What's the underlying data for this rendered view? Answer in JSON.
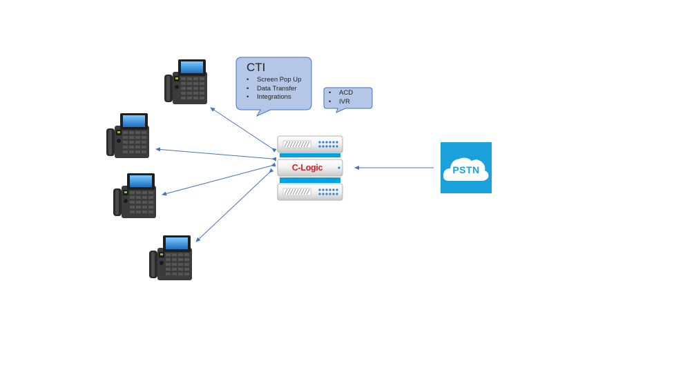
{
  "diagram": {
    "cti_callout": {
      "title": "CTI",
      "items": [
        "Screen Pop Up",
        "Data Transfer",
        "Integrations"
      ]
    },
    "acd_callout": {
      "items": [
        "ACD",
        "IVR"
      ]
    },
    "server": {
      "brand": "C-Logic"
    },
    "pstn": {
      "label": "PSTN"
    },
    "colors": {
      "callout_fill": "#b4c7e7",
      "callout_border": "#4472c4",
      "arrow": "#4472c4",
      "pstn_bg": "#1aa1dc",
      "brand_red": "#d81e24",
      "server_band": "#00a3e0"
    },
    "icons": [
      "desk-phone-icon",
      "server-rack-icon",
      "cloud-icon"
    ]
  }
}
